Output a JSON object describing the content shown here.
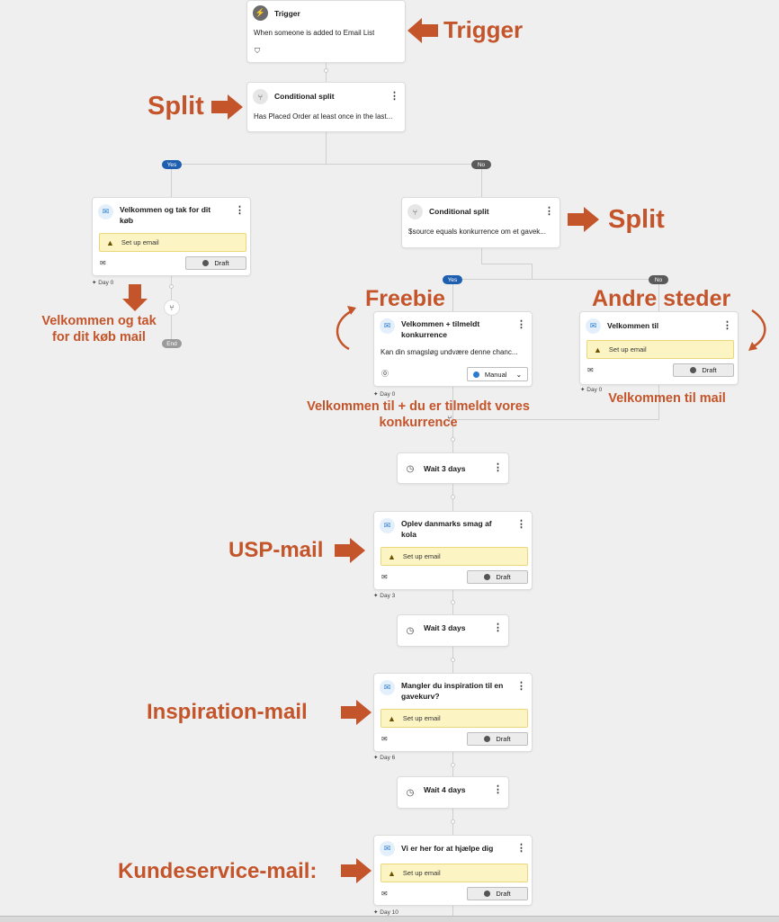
{
  "trigger": {
    "title": "Trigger",
    "text": "When someone is added to Email List",
    "icon": "lightning-icon"
  },
  "split1": {
    "title": "Conditional split",
    "text": "Has Placed Order at least once in the last..."
  },
  "branches": {
    "yes": "Yes",
    "no": "No",
    "end": "End"
  },
  "email_welcome_thanks": {
    "title_line1": "Velkommen og tak for dit",
    "title_line2": "køb",
    "setup": "Set up email",
    "button": "Draft",
    "day": "Day 0"
  },
  "split2": {
    "title": "Conditional split",
    "text": "$source equals konkurrence om et gavek..."
  },
  "email_competition": {
    "title_line1": "Velkommen + tilmeldt",
    "title_line2": "konkurrence",
    "text": "Kan din smagsløg undvære denne chanc...",
    "button": "Manual",
    "day": "Day 0"
  },
  "email_welcome": {
    "title": "Velkommen til",
    "setup": "Set up email",
    "button": "Draft",
    "day": "Day 0"
  },
  "wait1": {
    "label": "Wait 3 days"
  },
  "email_usp": {
    "title_line1": "Oplev danmarks smag af",
    "title_line2": "kola",
    "setup": "Set up email",
    "button": "Draft",
    "day": "Day 3"
  },
  "wait2": {
    "label": "Wait 3 days"
  },
  "email_inspiration": {
    "title_line1": "Mangler du inspiration til en",
    "title_line2": "gavekurv?",
    "setup": "Set up email",
    "button": "Draft",
    "day": "Day 6"
  },
  "wait3": {
    "label": "Wait 4 days"
  },
  "email_service": {
    "title": "Vi er her for at hjælpe dig",
    "setup": "Set up email",
    "button": "Draft",
    "day": "Day 10"
  },
  "annotations": {
    "trigger": "Trigger",
    "split_left": "Split",
    "split_right": "Split",
    "welcome_mail_line1": "Velkommen og tak",
    "welcome_mail_line2": "for dit køb mail",
    "freebie": "Freebie",
    "andre_steder": "Andre steder",
    "competition_line1": "Velkommen til + du er tilmeldt vores",
    "competition_line2": "konkurrence",
    "velkommen_til_mail": "Velkommen til mail",
    "usp": "USP-mail",
    "inspiration": "Inspiration-mail",
    "kundeservice": "Kundeservice-mail:"
  },
  "colors": {
    "annotation": "#c4542a",
    "yes_pill": "#1f5fb0",
    "no_pill": "#5a5a5a",
    "setup_bg": "#fdf4c4",
    "mail_icon": "#2b7bd3"
  }
}
